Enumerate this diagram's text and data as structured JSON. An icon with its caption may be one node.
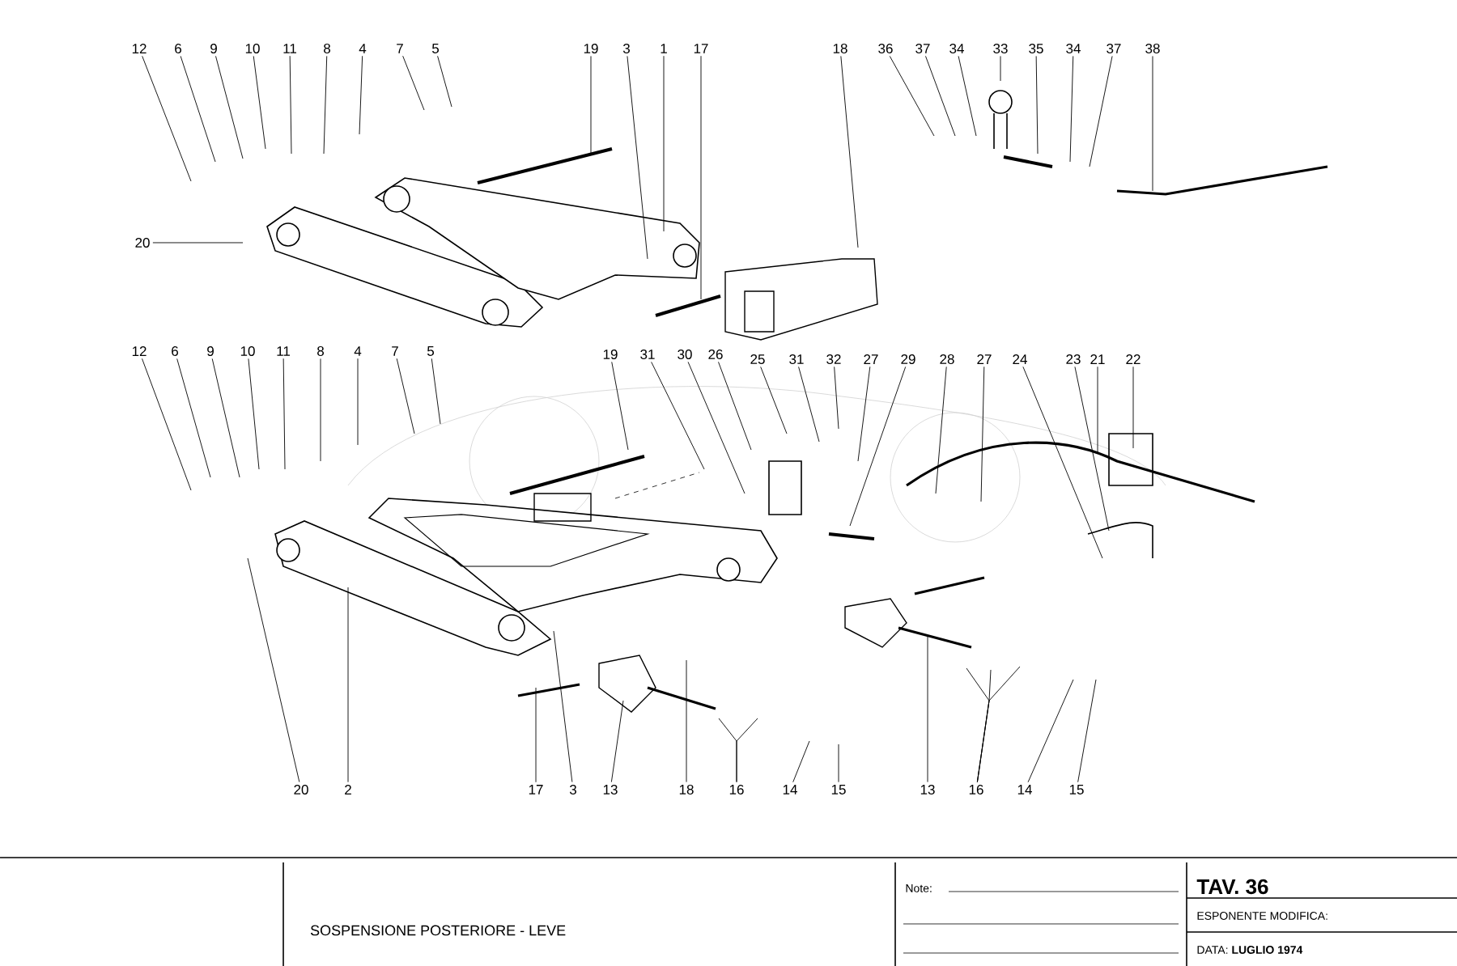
{
  "diagram": {
    "title": "SOSPENSIONE POSTERIORE - LEVE",
    "nodes": [
      {
        "text": [
          "12"
        ]
      },
      {
        "text": [
          "6"
        ]
      },
      {
        "text": [
          "9"
        ]
      },
      {
        "text": [
          "10"
        ]
      },
      {
        "text": [
          "11"
        ]
      },
      {
        "text": [
          "8"
        ]
      },
      {
        "text": [
          "4"
        ]
      },
      {
        "text": [
          "7"
        ]
      },
      {
        "text": [
          "5"
        ]
      },
      {
        "text": [
          "19"
        ]
      },
      {
        "text": [
          "3"
        ]
      },
      {
        "text": [
          "1"
        ]
      },
      {
        "text": [
          "17"
        ]
      },
      {
        "text": [
          "18"
        ]
      },
      {
        "text": [
          "36"
        ]
      },
      {
        "text": [
          "37"
        ]
      },
      {
        "text": [
          "34"
        ]
      },
      {
        "text": [
          "33"
        ]
      },
      {
        "text": [
          "35"
        ]
      },
      {
        "text": [
          "34"
        ]
      },
      {
        "text": [
          "37"
        ]
      },
      {
        "text": [
          "38"
        ]
      },
      {
        "text": [
          "20"
        ]
      },
      {
        "text": [
          "12"
        ]
      },
      {
        "text": [
          "6"
        ]
      },
      {
        "text": [
          "9"
        ]
      },
      {
        "text": [
          "10"
        ]
      },
      {
        "text": [
          "11"
        ]
      },
      {
        "text": [
          "8"
        ]
      },
      {
        "text": [
          "4"
        ]
      },
      {
        "text": [
          "7"
        ]
      },
      {
        "text": [
          "5"
        ]
      },
      {
        "text": [
          "19"
        ]
      },
      {
        "text": [
          "31"
        ]
      },
      {
        "text": [
          "30"
        ]
      },
      {
        "text": [
          "26"
        ]
      },
      {
        "text": [
          "25"
        ]
      },
      {
        "text": [
          "31"
        ]
      },
      {
        "text": [
          "32"
        ]
      },
      {
        "text": [
          "27"
        ]
      },
      {
        "text": [
          "29"
        ]
      },
      {
        "text": [
          "28"
        ]
      },
      {
        "text": [
          "27"
        ]
      },
      {
        "text": [
          "24"
        ]
      },
      {
        "text": [
          "23"
        ]
      },
      {
        "text": [
          "21"
        ]
      },
      {
        "text": [
          "22"
        ]
      },
      {
        "text": [
          "20"
        ]
      },
      {
        "text": [
          "2"
        ]
      },
      {
        "text": [
          "17"
        ]
      },
      {
        "text": [
          "3"
        ]
      },
      {
        "text": [
          "13"
        ]
      },
      {
        "text": [
          "18"
        ]
      },
      {
        "text": [
          "16"
        ]
      },
      {
        "text": [
          "14"
        ]
      },
      {
        "text": [
          "15"
        ]
      },
      {
        "text": [
          "13"
        ]
      },
      {
        "text": [
          "16"
        ]
      },
      {
        "text": [
          "14"
        ]
      },
      {
        "text": [
          "15"
        ]
      }
    ],
    "edges": [
      {
        "from": 0,
        "to": null,
        "arrow": "none"
      },
      {
        "from": 1,
        "to": null,
        "arrow": "none"
      },
      {
        "from": 2,
        "to": null,
        "arrow": "none"
      },
      {
        "from": 3,
        "to": null,
        "arrow": "none"
      },
      {
        "from": 4,
        "to": null,
        "arrow": "none"
      },
      {
        "from": 5,
        "to": null,
        "arrow": "none"
      },
      {
        "from": 6,
        "to": null,
        "arrow": "none"
      },
      {
        "from": 7,
        "to": null,
        "arrow": "none"
      },
      {
        "from": 8,
        "to": null,
        "arrow": "none"
      },
      {
        "from": 9,
        "to": null,
        "arrow": "none"
      },
      {
        "from": 10,
        "to": null,
        "arrow": "none"
      },
      {
        "from": 11,
        "to": null,
        "arrow": "none"
      },
      {
        "from": 12,
        "to": null,
        "arrow": "none"
      },
      {
        "from": 13,
        "to": null,
        "arrow": "none"
      },
      {
        "from": 14,
        "to": null,
        "arrow": "none"
      },
      {
        "from": 15,
        "to": null,
        "arrow": "none"
      },
      {
        "from": 16,
        "to": null,
        "arrow": "none"
      },
      {
        "from": 17,
        "to": null,
        "arrow": "none"
      },
      {
        "from": 18,
        "to": null,
        "arrow": "none"
      },
      {
        "from": 19,
        "to": null,
        "arrow": "none"
      },
      {
        "from": 20,
        "to": null,
        "arrow": "none"
      },
      {
        "from": 21,
        "to": null,
        "arrow": "none"
      },
      {
        "from": 22,
        "to": null,
        "arrow": "none"
      },
      {
        "from": 23,
        "to": null,
        "arrow": "none"
      },
      {
        "from": 24,
        "to": null,
        "arrow": "none"
      },
      {
        "from": 25,
        "to": null,
        "arrow": "none"
      },
      {
        "from": 26,
        "to": null,
        "arrow": "none"
      },
      {
        "from": 27,
        "to": null,
        "arrow": "none"
      },
      {
        "from": 28,
        "to": null,
        "arrow": "none"
      },
      {
        "from": 29,
        "to": null,
        "arrow": "none"
      },
      {
        "from": 30,
        "to": null,
        "arrow": "none"
      },
      {
        "from": 31,
        "to": null,
        "arrow": "none"
      },
      {
        "from": 32,
        "to": null,
        "arrow": "none"
      },
      {
        "from": 33,
        "to": null,
        "arrow": "none"
      },
      {
        "from": 34,
        "to": null,
        "arrow": "none"
      },
      {
        "from": 35,
        "to": null,
        "arrow": "none"
      },
      {
        "from": 36,
        "to": null,
        "arrow": "none"
      },
      {
        "from": 37,
        "to": null,
        "arrow": "none"
      },
      {
        "from": 38,
        "to": null,
        "arrow": "none"
      },
      {
        "from": 39,
        "to": null,
        "arrow": "none"
      },
      {
        "from": 40,
        "to": null,
        "arrow": "none"
      },
      {
        "from": 41,
        "to": null,
        "arrow": "none"
      },
      {
        "from": 42,
        "to": null,
        "arrow": "none"
      },
      {
        "from": 43,
        "to": null,
        "arrow": "none"
      },
      {
        "from": 44,
        "to": null,
        "arrow": "none"
      },
      {
        "from": 45,
        "to": null,
        "arrow": "none"
      },
      {
        "from": 46,
        "to": null,
        "arrow": "none"
      },
      {
        "from": 47,
        "to": null,
        "arrow": "none"
      },
      {
        "from": 48,
        "to": null,
        "arrow": "none"
      },
      {
        "from": 49,
        "to": null,
        "arrow": "none"
      },
      {
        "from": 50,
        "to": null,
        "arrow": "none"
      },
      {
        "from": 51,
        "to": null,
        "arrow": "none"
      },
      {
        "from": 52,
        "to": null,
        "arrow": "none"
      },
      {
        "from": 53,
        "to": null,
        "arrow": "none"
      },
      {
        "from": 53,
        "to": null,
        "arrow": "none"
      },
      {
        "from": 54,
        "to": null,
        "arrow": "none"
      },
      {
        "from": 55,
        "to": null,
        "arrow": "none"
      },
      {
        "from": 56,
        "to": null,
        "arrow": "none"
      },
      {
        "from": 57,
        "to": null,
        "arrow": "none"
      },
      {
        "from": 57,
        "to": null,
        "arrow": "none"
      },
      {
        "from": 57,
        "to": null,
        "arrow": "none"
      },
      {
        "from": 58,
        "to": null,
        "arrow": "none"
      },
      {
        "from": 59,
        "to": null,
        "arrow": "none"
      }
    ],
    "labels": [
      "Note:",
      "TAV. 36",
      "ESPONENTE MODIFICA:",
      "DATA: **LUGLIO 1974**"
    ]
  }
}
